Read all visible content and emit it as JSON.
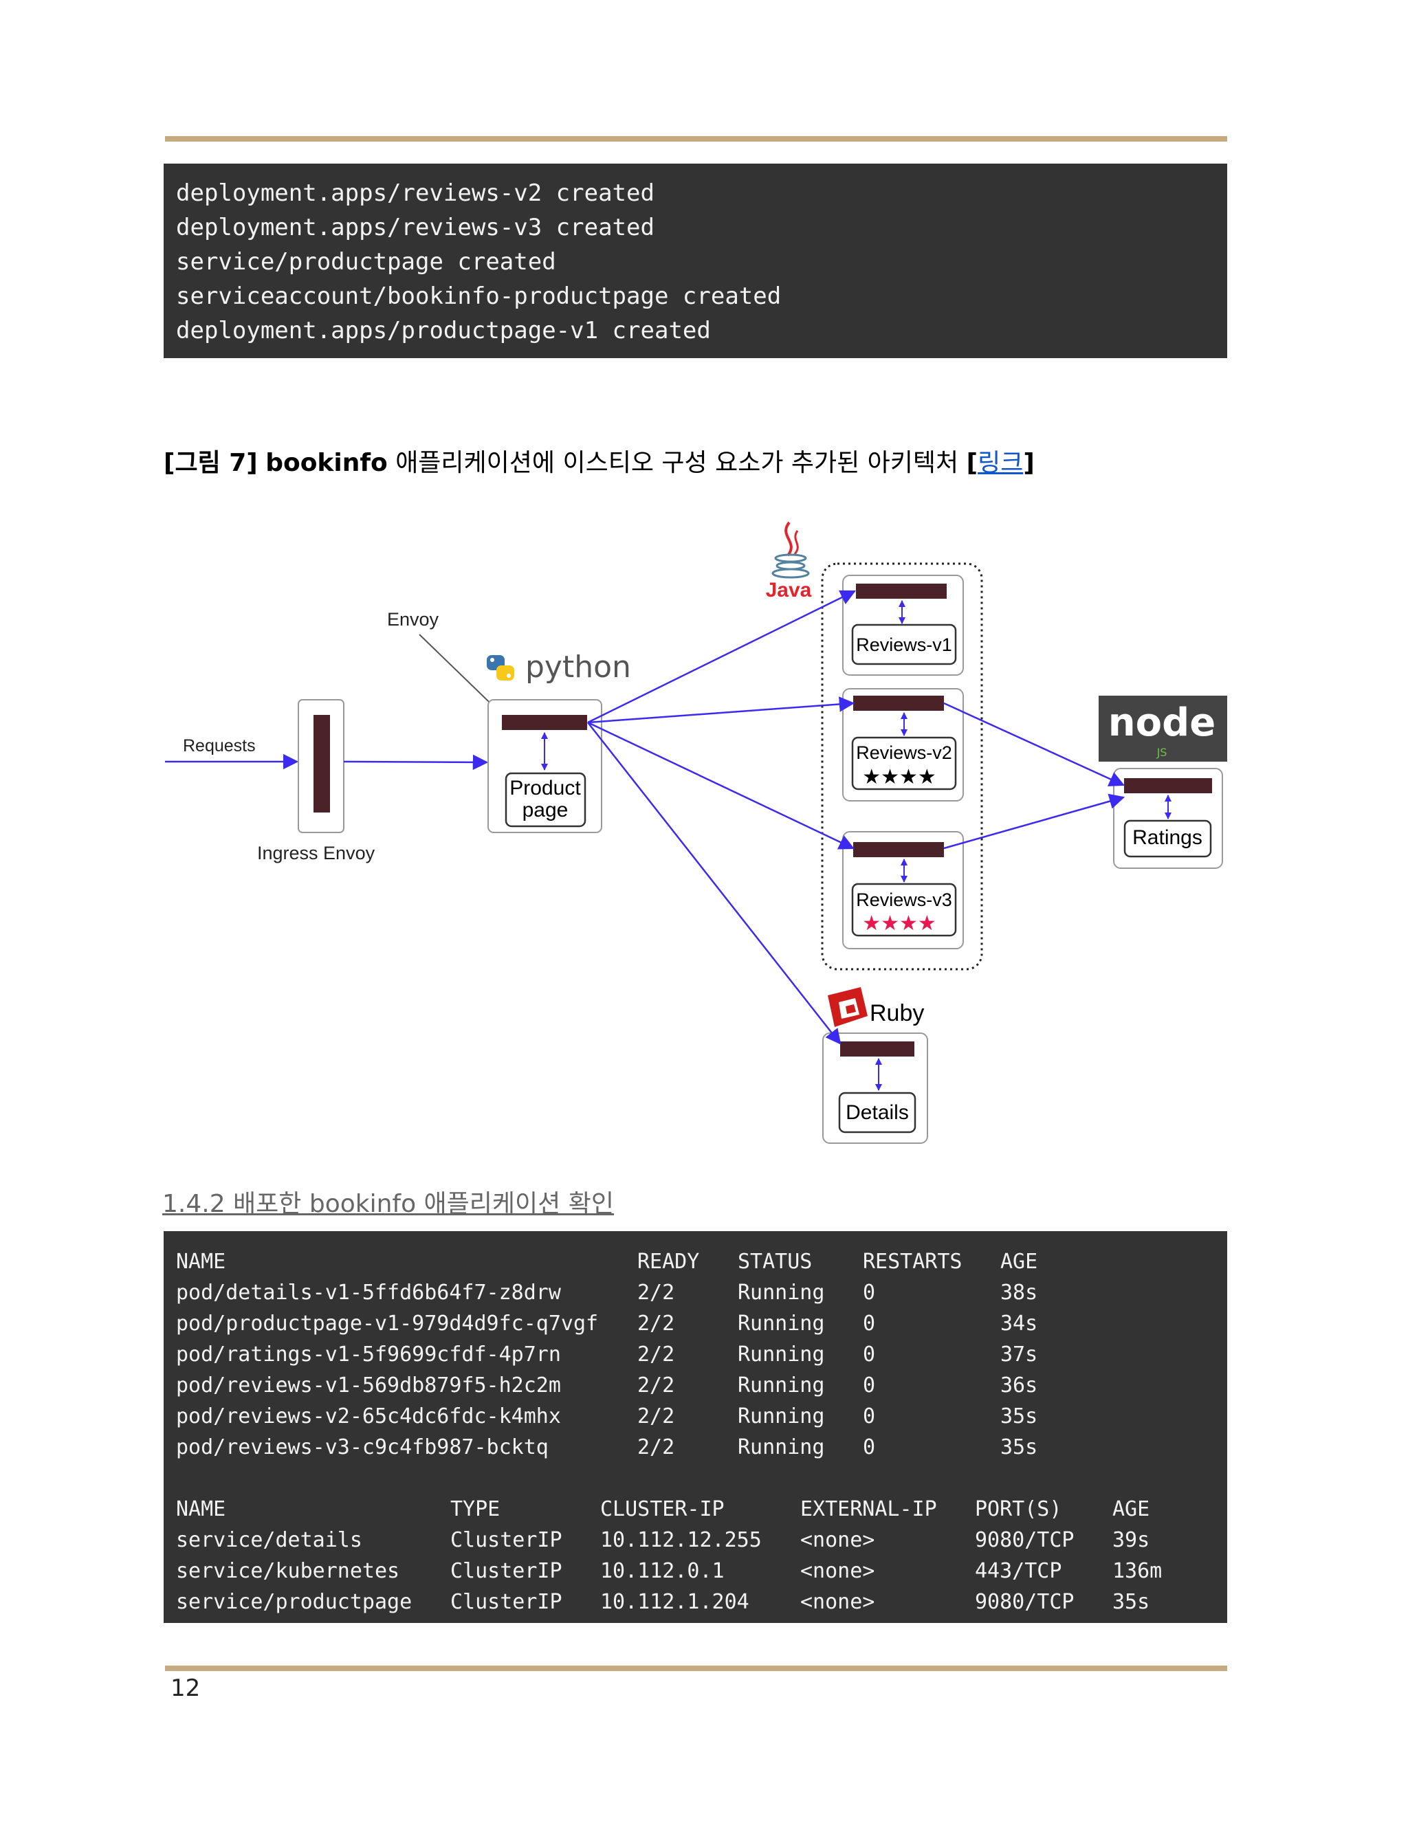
{
  "top_code": [
    "deployment.apps/reviews-v2 created",
    "deployment.apps/reviews-v3 created",
    "service/productpage created",
    "serviceaccount/bookinfo-productpage created",
    "deployment.apps/productpage-v1 created"
  ],
  "caption": {
    "prefix": "[그림 7]",
    "bold_name": "bookinfo",
    "text": "애플리케이션에 이스티오 구성 요소가 추가된 아키텍처",
    "link_open": "[",
    "link": "링크",
    "link_close": "]"
  },
  "diagram": {
    "requests": "Requests",
    "ingress": "Ingress Envoy",
    "envoy": "Envoy",
    "python": "python",
    "productpage_line1": "Product",
    "productpage_line2": "page",
    "java": "Java",
    "reviews_v1": "Reviews-v1",
    "reviews_v2": "Reviews-v2",
    "reviews_v3": "Reviews-v3",
    "stars": "★★★★",
    "node_logo": "node",
    "node_js": "JS",
    "ratings": "Ratings",
    "ruby": "Ruby",
    "details": "Details",
    "colors": {
      "arrow": "#3b2bf0",
      "proxy": "#4a2228",
      "red_star": "#e8174f",
      "java_red": "#e3242b",
      "ruby_red": "#d01b1b"
    }
  },
  "section_heading": "1.4.2 배포한 bookinfo 애플리케이션 확인",
  "pods": {
    "headers": [
      "NAME",
      "READY",
      "STATUS",
      "RESTARTS",
      "AGE"
    ],
    "rows": [
      [
        "pod/details-v1-5ffd6b64f7-z8drw",
        "2/2",
        "Running",
        "0",
        "38s"
      ],
      [
        "pod/productpage-v1-979d4d9fc-q7vgf",
        "2/2",
        "Running",
        "0",
        "34s"
      ],
      [
        "pod/ratings-v1-5f9699cfdf-4p7rn",
        "2/2",
        "Running",
        "0",
        "37s"
      ],
      [
        "pod/reviews-v1-569db879f5-h2c2m",
        "2/2",
        "Running",
        "0",
        "36s"
      ],
      [
        "pod/reviews-v2-65c4dc6fdc-k4mhx",
        "2/2",
        "Running",
        "0",
        "35s"
      ],
      [
        "pod/reviews-v3-c9c4fb987-bcktq",
        "2/2",
        "Running",
        "0",
        "35s"
      ]
    ]
  },
  "services": {
    "headers": [
      "NAME",
      "TYPE",
      "CLUSTER-IP",
      "EXTERNAL-IP",
      "PORT(S)",
      "AGE"
    ],
    "rows": [
      [
        "service/details",
        "ClusterIP",
        "10.112.12.255",
        "<none>",
        "9080/TCP",
        "39s"
      ],
      [
        "service/kubernetes",
        "ClusterIP",
        "10.112.0.1",
        "<none>",
        "443/TCP",
        "136m"
      ],
      [
        "service/productpage",
        "ClusterIP",
        "10.112.1.204",
        "<none>",
        "9080/TCP",
        "35s"
      ]
    ]
  },
  "page_number": "12"
}
